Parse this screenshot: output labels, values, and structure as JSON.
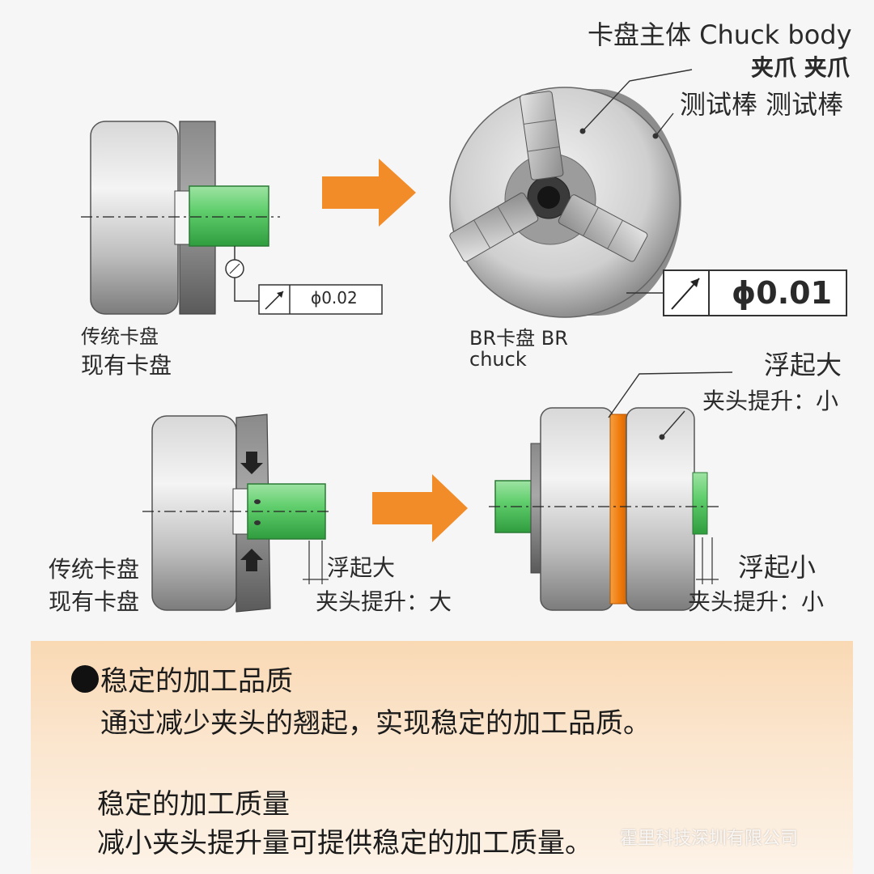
{
  "labels": {
    "chuck_body": "卡盘主体 Chuck body",
    "jaw": "夹爪 夹爪",
    "test_bar": "测试棒 测试棒",
    "traditional_chuck_1": "传统卡盘",
    "existing_chuck_1": "现有卡盘",
    "tolerance_left": "ϕ0.02",
    "tolerance_right": "ϕ0.01",
    "br_chuck_line1": "BR卡盘 BR",
    "br_chuck_line2": "chuck",
    "float_big_top": "浮起大",
    "lift_small_top": "夹头提升：小",
    "traditional_chuck_2": "传统卡盘",
    "existing_chuck_2": "现有卡盘",
    "float_big_bottom": "浮起大",
    "lift_big_bottom": "夹头提升：大",
    "float_small": "浮起小",
    "lift_small_bottom": "夹头提升：小"
  },
  "section": {
    "heading_1": "稳定的加工品质",
    "body_1": "通过减少夹头的翘起，实现稳定的加工品质。",
    "heading_2": "稳定的加工质量",
    "body_2": "减小夹头提升量可提供稳定的加工质量。",
    "watermark": "霍里科技深圳有限公司"
  },
  "colors": {
    "arrow": "#f28c28",
    "workpiece": "#5cc86a",
    "spacer": "#f07d10",
    "panel": "#fbe3c8"
  }
}
